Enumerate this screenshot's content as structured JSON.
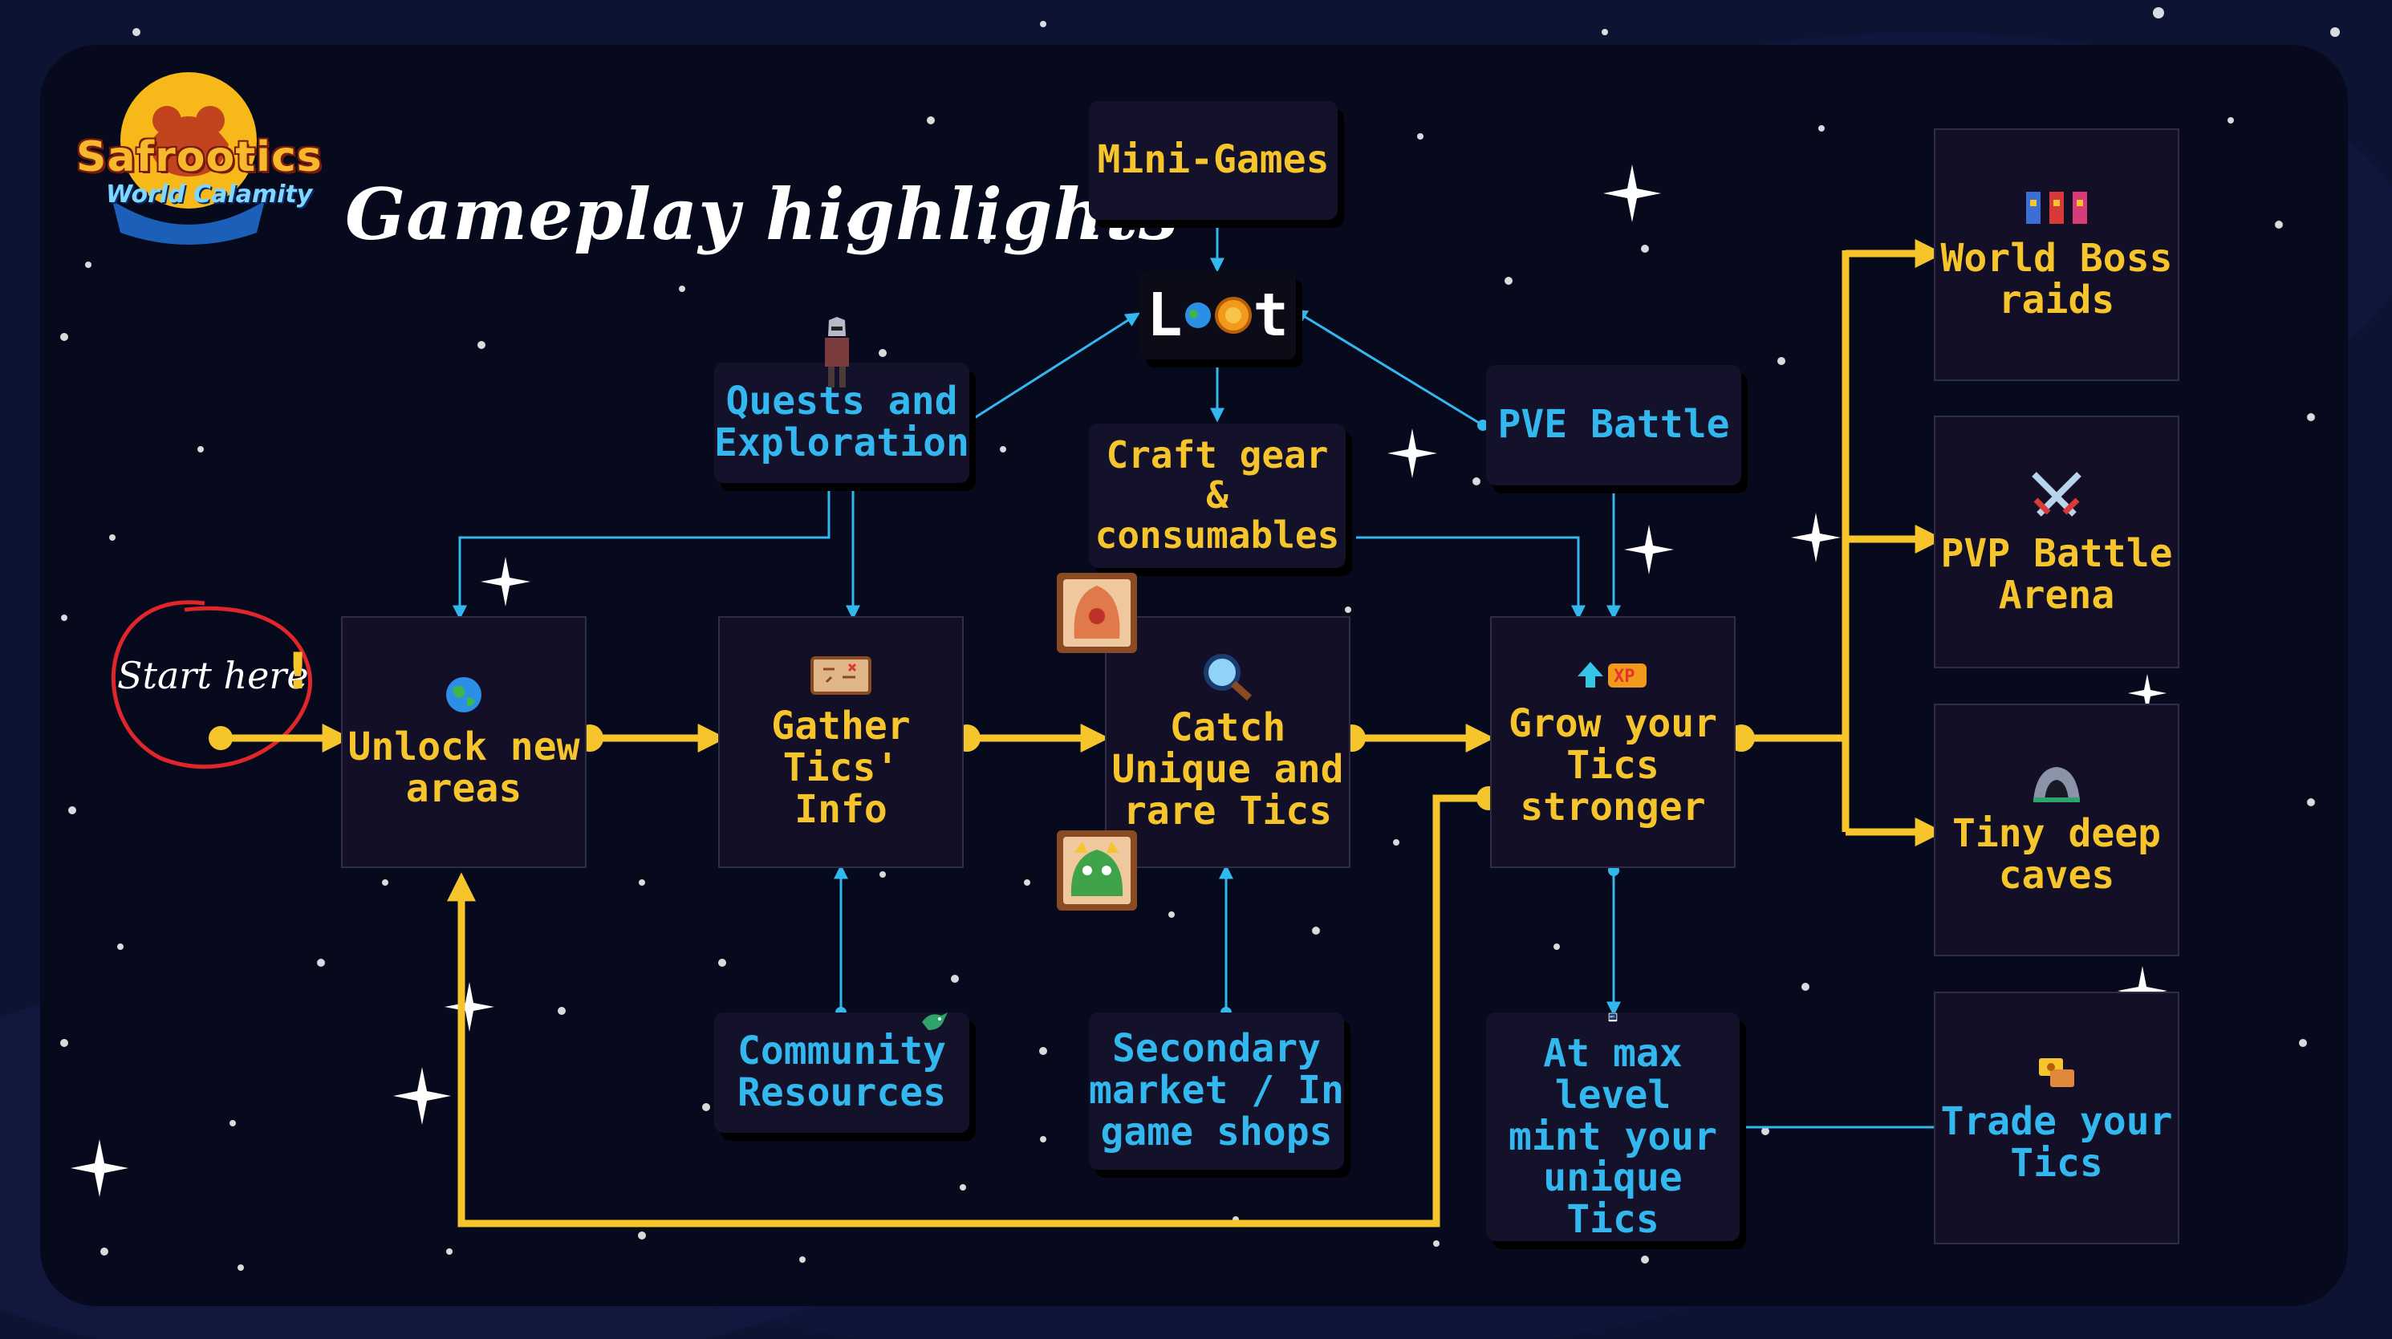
{
  "title": "Gameplay highlights",
  "logo": {
    "line1": "Safrootics",
    "line2": "World Calamity"
  },
  "start": {
    "label": "Start here",
    "mark": "!"
  },
  "loot": {
    "left": "L",
    "right": "t"
  },
  "nodes": {
    "unlock": [
      "Unlock new",
      "areas"
    ],
    "gather": [
      "Gather Tics'",
      "Info"
    ],
    "catch": [
      "Catch",
      "Unique and",
      "rare Tics"
    ],
    "grow": [
      "Grow your",
      "Tics stronger"
    ],
    "mini_games": [
      "Mini-Games"
    ],
    "craft": [
      "Craft gear &",
      "consumables"
    ],
    "quests": [
      "Quests and",
      "Exploration"
    ],
    "pve": [
      "PVE Battle"
    ],
    "community": [
      "Community",
      "Resources"
    ],
    "market": [
      "Secondary",
      "market / In",
      "game shops"
    ],
    "mint": [
      "At max level",
      "mint your",
      "unique Tics"
    ],
    "world_boss": [
      "World Boss",
      "raids"
    ],
    "pvp": [
      "PVP Battle",
      "Arena"
    ],
    "caves": [
      "Tiny deep",
      "caves"
    ],
    "trade": [
      "Trade your",
      "Tics"
    ]
  },
  "icons": {
    "unlock": "globe-icon",
    "gather": "treasure-map-icon",
    "catch": "magnifier-icon",
    "grow": "level-up-icon",
    "mint": "nft-icon",
    "world_boss": "boss-banners-icon",
    "pvp": "crossed-swords-icon",
    "caves": "cave-icon",
    "trade": "trade-icon",
    "quests": "knight-icon",
    "community": "bird-icon",
    "catch_egg": "egg-icon",
    "catch_dragon": "dragon-icon",
    "loot": "coin-icon"
  },
  "colors": {
    "background": "#0d1333",
    "panel": "#070a1c",
    "main_flow": "#f6c52c",
    "secondary_flow": "#33b7ef",
    "box_fill": "#120f26",
    "start_circle": "#e0262b"
  }
}
